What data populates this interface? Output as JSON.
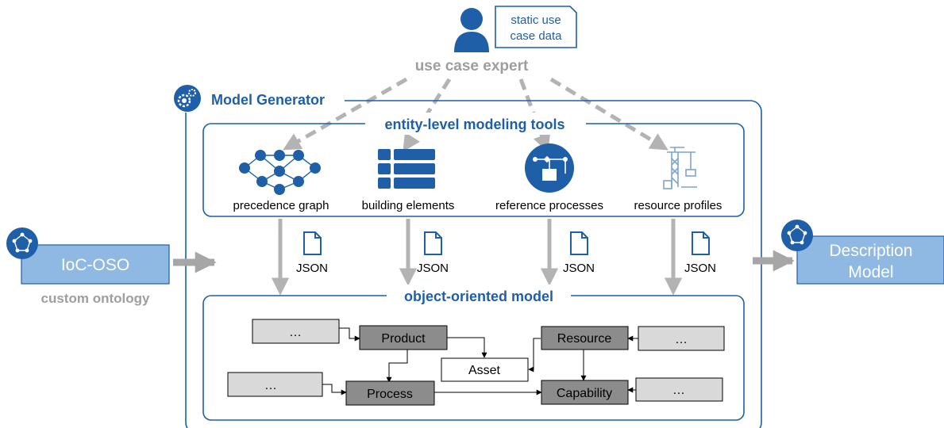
{
  "colors": {
    "blue": "#1f5fa8",
    "dark_blue": "#0b4f9c",
    "light_blue_box": "#8fb8e3",
    "gray_arrow": "#b3b3b3",
    "gray_text": "#9e9e9e",
    "dark_gray_box": "#8c8c8c",
    "light_gray_box": "#d9d9d9"
  },
  "expert": {
    "icon": "user-icon",
    "label": "use case expert",
    "data_label_1": "static use",
    "data_label_2": "case data"
  },
  "model_generator": {
    "icon": "gears-icon",
    "title": "Model Generator"
  },
  "tools": {
    "title": "entity-level modeling tools",
    "items": [
      {
        "label": "precedence graph",
        "icon": "precedence-graph-icon"
      },
      {
        "label": "building elements",
        "icon": "list-icon"
      },
      {
        "label": "reference processes",
        "icon": "process-flow-icon"
      },
      {
        "label": "resource profiles",
        "icon": "crane-icon"
      }
    ],
    "file_label": "JSON"
  },
  "ontology": {
    "icon": "ontology-network-icon",
    "box_label": "IoC-OSO",
    "caption": "custom ontology"
  },
  "output": {
    "icon": "ontology-network-icon",
    "line1": "Description",
    "line2": "Model"
  },
  "oom": {
    "title": "object-oriented model",
    "product": "Product",
    "resource": "Resource",
    "asset": "Asset",
    "process": "Process",
    "capability": "Capability",
    "ellipsis": "…"
  }
}
